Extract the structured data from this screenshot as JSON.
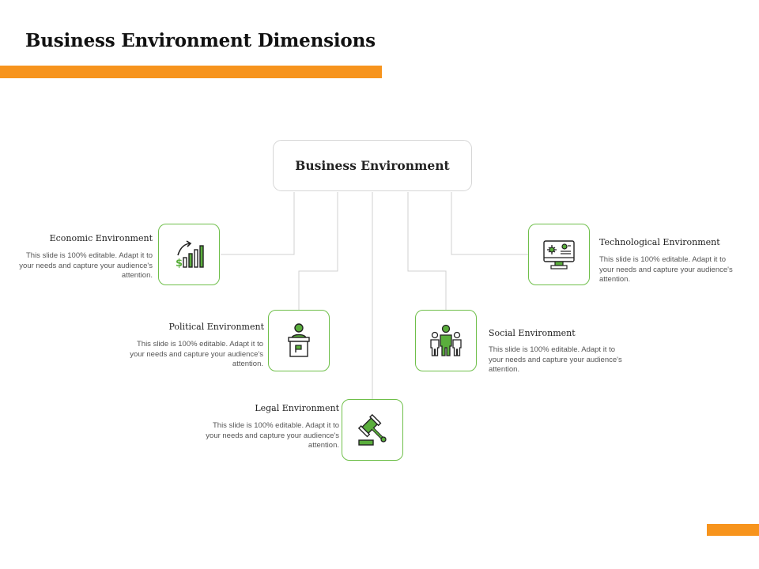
{
  "title": "Business Environment Dimensions",
  "center": {
    "label": "Business Environment"
  },
  "colors": {
    "accent_orange": "#f7941d",
    "icon_green": "#5aae3c",
    "border_green": "#6fbf4a",
    "connector": "#d0d0d0"
  },
  "nodes": {
    "economic": {
      "label": "Economic Environment",
      "desc": "This slide is 100% editable. Adapt it to your needs and capture your audience's attention.",
      "icon": "growth-chart-icon"
    },
    "political": {
      "label": "Political Environment",
      "desc": "This slide is 100% editable. Adapt it to your needs and capture your audience's attention.",
      "icon": "podium-speaker-icon"
    },
    "legal": {
      "label": "Legal Environment",
      "desc": "This slide is 100% editable. Adapt it to your needs and capture your audience's attention.",
      "icon": "gavel-icon"
    },
    "social": {
      "label": "Social Environment",
      "desc": "This slide is 100% editable. Adapt it to your needs and capture your audience's attention.",
      "icon": "people-group-icon"
    },
    "technological": {
      "label": "Technological Environment",
      "desc": "This slide is 100% editable. Adapt it to your needs and capture your audience's attention.",
      "icon": "monitor-tech-icon"
    }
  }
}
